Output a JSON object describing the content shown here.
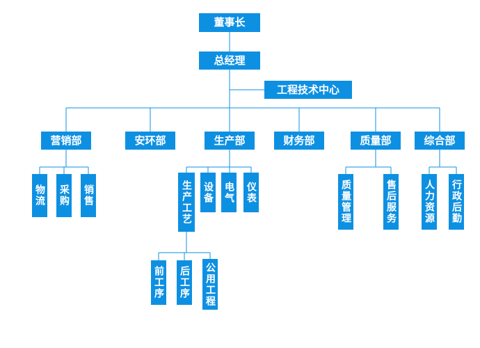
{
  "org_chart": {
    "colors": {
      "node_bg": "#0e90e2",
      "node_text": "#ffffff",
      "line": "#0e90e2"
    },
    "nodes": {
      "chairman": "董事长",
      "general_manager": "总经理",
      "engineering_center": "工程技术中心",
      "marketing_dept": "营销部",
      "safety_env_dept": "安环部",
      "production_dept": "生产部",
      "finance_dept": "财务部",
      "quality_dept": "质量部",
      "general_affairs_dept": "综合部",
      "logistics": "物流",
      "purchasing": "采购",
      "sales": "销售",
      "production_process": "生产工艺",
      "equipment": "设备",
      "electrical": "电气",
      "instrumentation": "仪表",
      "front_process": "前工序",
      "rear_process": "后工序",
      "utility_engineering": "公用工程",
      "quality_management": "质量管理",
      "after_sales_service": "售后服务",
      "human_resources": "人力资源",
      "admin_logistics": "行政后勤"
    },
    "edges": [
      [
        "chairman",
        "general_manager"
      ],
      [
        "general_manager",
        "engineering_center"
      ],
      [
        "general_manager",
        "marketing_dept"
      ],
      [
        "general_manager",
        "safety_env_dept"
      ],
      [
        "general_manager",
        "production_dept"
      ],
      [
        "general_manager",
        "finance_dept"
      ],
      [
        "general_manager",
        "quality_dept"
      ],
      [
        "general_manager",
        "general_affairs_dept"
      ],
      [
        "marketing_dept",
        "logistics"
      ],
      [
        "marketing_dept",
        "purchasing"
      ],
      [
        "marketing_dept",
        "sales"
      ],
      [
        "production_dept",
        "production_process"
      ],
      [
        "production_dept",
        "equipment"
      ],
      [
        "production_dept",
        "electrical"
      ],
      [
        "production_dept",
        "instrumentation"
      ],
      [
        "production_process",
        "front_process"
      ],
      [
        "production_process",
        "rear_process"
      ],
      [
        "production_process",
        "utility_engineering"
      ],
      [
        "quality_dept",
        "quality_management"
      ],
      [
        "quality_dept",
        "after_sales_service"
      ],
      [
        "general_affairs_dept",
        "human_resources"
      ],
      [
        "general_affairs_dept",
        "admin_logistics"
      ]
    ]
  }
}
